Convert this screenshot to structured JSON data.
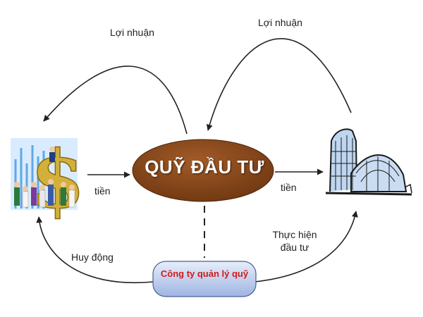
{
  "diagram": {
    "center_node": {
      "label": "QUỸ ĐẦU TƯ",
      "fill_color": "#8a4a1e"
    },
    "manager_node": {
      "label": "Công ty quản lý quỹ",
      "text_color": "#d11a1a",
      "fill_color": "#a9bde8"
    },
    "edges": {
      "profit_left": "Lợi nhuận",
      "profit_right": "Lợi nhuận",
      "money_left": "tiền",
      "money_right": "tiền",
      "raise": "Huy động",
      "invest_line1": "Thực hiện",
      "invest_line2": "đầu tư"
    },
    "icons": {
      "left": "investors-icon",
      "right": "buildings-icon"
    }
  }
}
